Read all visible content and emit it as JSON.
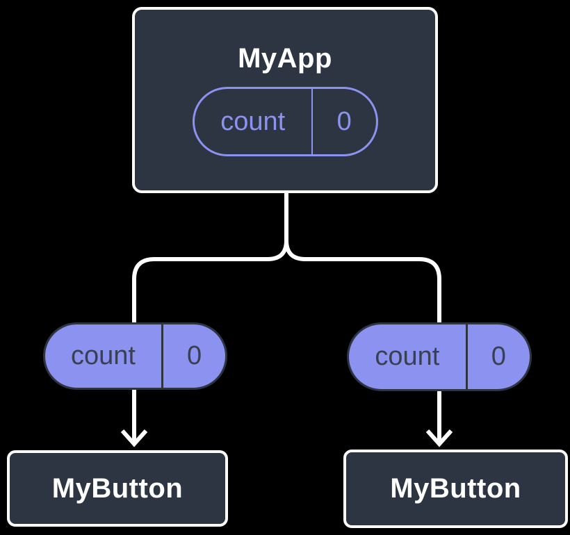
{
  "diagram": {
    "description": "React component tree showing shared state lifted to parent",
    "colors": {
      "background": "#000000",
      "node_fill": "#2E3542",
      "node_border": "#FFFFFF",
      "accent_purple": "#8B92F0",
      "pill_dark_text": "#394050",
      "connector": "#FFFFFF"
    },
    "root_node": {
      "title": "MyApp",
      "state": {
        "key": "count",
        "value": "0"
      }
    },
    "left_state_pill": {
      "key": "count",
      "value": "0"
    },
    "right_state_pill": {
      "key": "count",
      "value": "0"
    },
    "left_child_node": {
      "title": "MyButton"
    },
    "right_child_node": {
      "title": "MyButton"
    }
  }
}
